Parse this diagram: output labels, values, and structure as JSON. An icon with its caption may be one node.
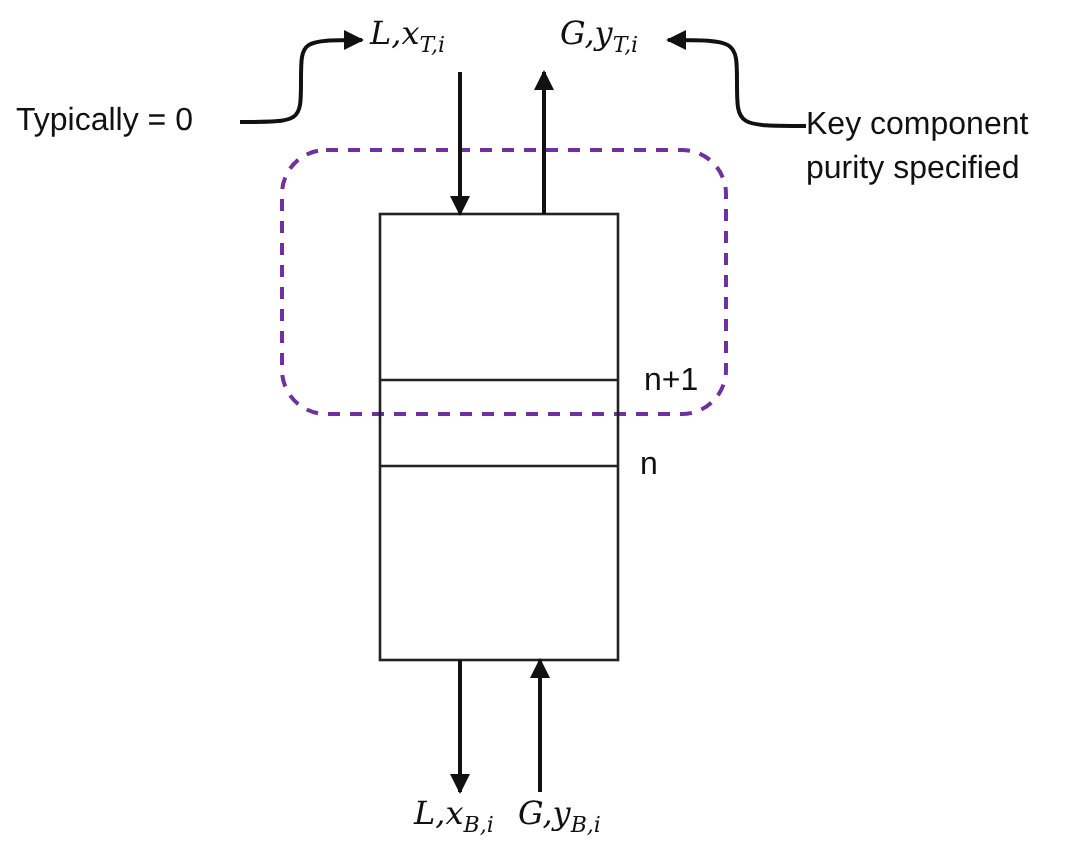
{
  "diagram": {
    "nodes": [
      {
        "text": [],
        "shape": "box",
        "beside": [
          "n+1",
          "n"
        ]
      },
      {
        "text": [
          "L,x$_{T,i}$"
        ]
      },
      {
        "text": [
          "G,y$_{T,i}$"
        ]
      },
      {
        "text": [
          "L,x$_{B,i}$"
        ]
      },
      {
        "text": [
          "G,y$_{B,i}$"
        ]
      },
      {
        "text": [
          "Typically = 0"
        ]
      },
      {
        "text": [
          "Key component purity specified"
        ]
      }
    ],
    "edges": [
      {
        "from": 1,
        "to": 0,
        "arrow": "to"
      },
      {
        "from": 0,
        "to": 2,
        "arrow": "to"
      },
      {
        "from": 0,
        "to": 3,
        "arrow": "to"
      },
      {
        "from": 4,
        "to": 0,
        "arrow": "to"
      },
      {
        "from": 5,
        "to": 1,
        "arrow": "to"
      },
      {
        "from": 6,
        "to": 2,
        "arrow": "to"
      }
    ]
  }
}
